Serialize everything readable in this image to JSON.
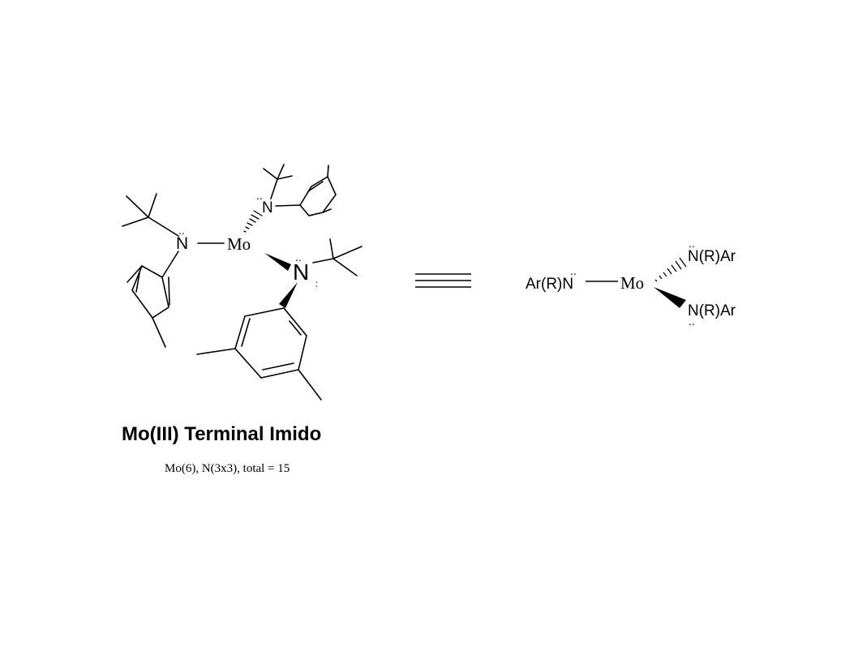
{
  "labels": {
    "mo": "Mo",
    "n": "N",
    "n_r_ar": "N(R)Ar",
    "ar_r_n": "Ar(R)N",
    "lone_pair": "..",
    "lone_pair_colon": ":"
  },
  "caption": {
    "title": "Mo(III) Terminal Imido",
    "subtitle": "Mo(6), N(3x3), total = 15"
  }
}
